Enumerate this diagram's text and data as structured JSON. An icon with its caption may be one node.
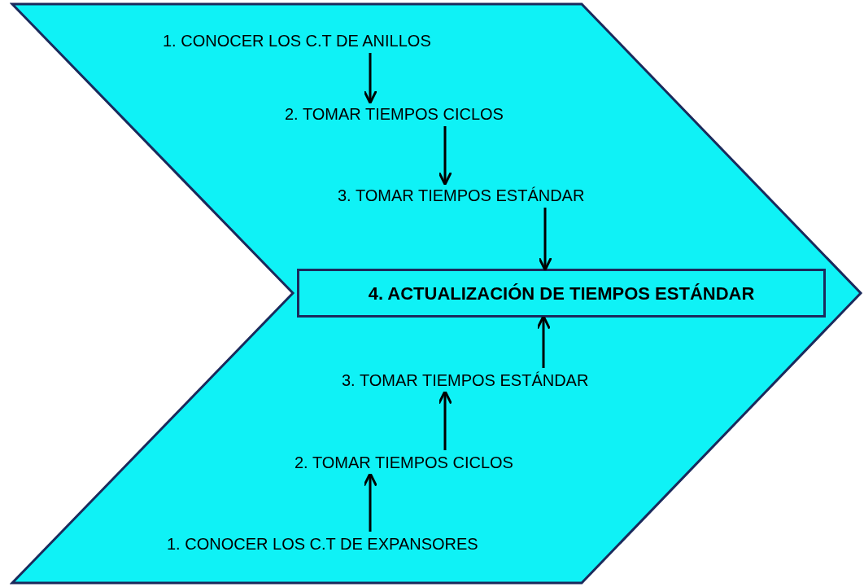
{
  "diagram": {
    "nodes": [
      {
        "text": [],
        "shape": "chevron"
      },
      {
        "text": [
          "1. CONOCER LOS C.T DE ANILLOS"
        ],
        "in": 0
      },
      {
        "text": [
          "2. TOMAR TIEMPOS CICLOS"
        ],
        "in": 0
      },
      {
        "text": [
          "3. TOMAR TIEMPOS ESTÁNDAR"
        ],
        "in": 0
      },
      {
        "text": [
          "4. ACTUALIZACIÓN DE TIEMPOS ESTÁNDAR"
        ],
        "in": 0
      },
      {
        "text": [
          "3. TOMAR TIEMPOS ESTÁNDAR"
        ],
        "in": 0
      },
      {
        "text": [
          "2. TOMAR TIEMPOS CICLOS"
        ],
        "in": 0
      },
      {
        "text": [
          "1. CONOCER LOS C.T DE EXPANSORES"
        ],
        "in": 0
      }
    ],
    "edges": [
      {
        "from": 1,
        "to": 2,
        "arrow": "to"
      },
      {
        "from": 2,
        "to": 3,
        "arrow": "to"
      },
      {
        "from": 3,
        "to": 4,
        "arrow": "to"
      },
      {
        "from": 5,
        "to": 4,
        "arrow": "to"
      },
      {
        "from": 6,
        "to": 5,
        "arrow": "to"
      },
      {
        "from": 7,
        "to": 6,
        "arrow": "to"
      }
    ]
  }
}
